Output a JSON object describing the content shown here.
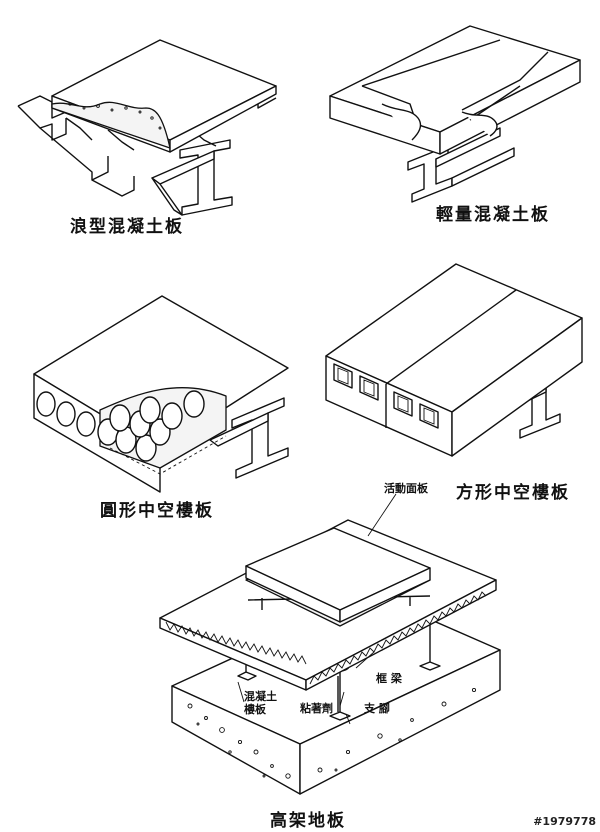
{
  "figures": {
    "corrugated_slab": {
      "caption": "浪型混凝土板"
    },
    "lightweight_slab": {
      "caption": "輕量混凝土板"
    },
    "round_hollow_slab": {
      "caption": "圓形中空樓板"
    },
    "square_hollow_slab": {
      "caption": "方形中空樓板"
    },
    "raised_floor": {
      "caption": "高架地板",
      "label_movable_panel": "活動面板",
      "label_frame_beam": "框 梁",
      "label_concrete_slab": "混凝土\n樓板",
      "label_adhesive": "粘著劑",
      "label_support_leg": "支 腳"
    }
  },
  "watermark": "#1979778"
}
